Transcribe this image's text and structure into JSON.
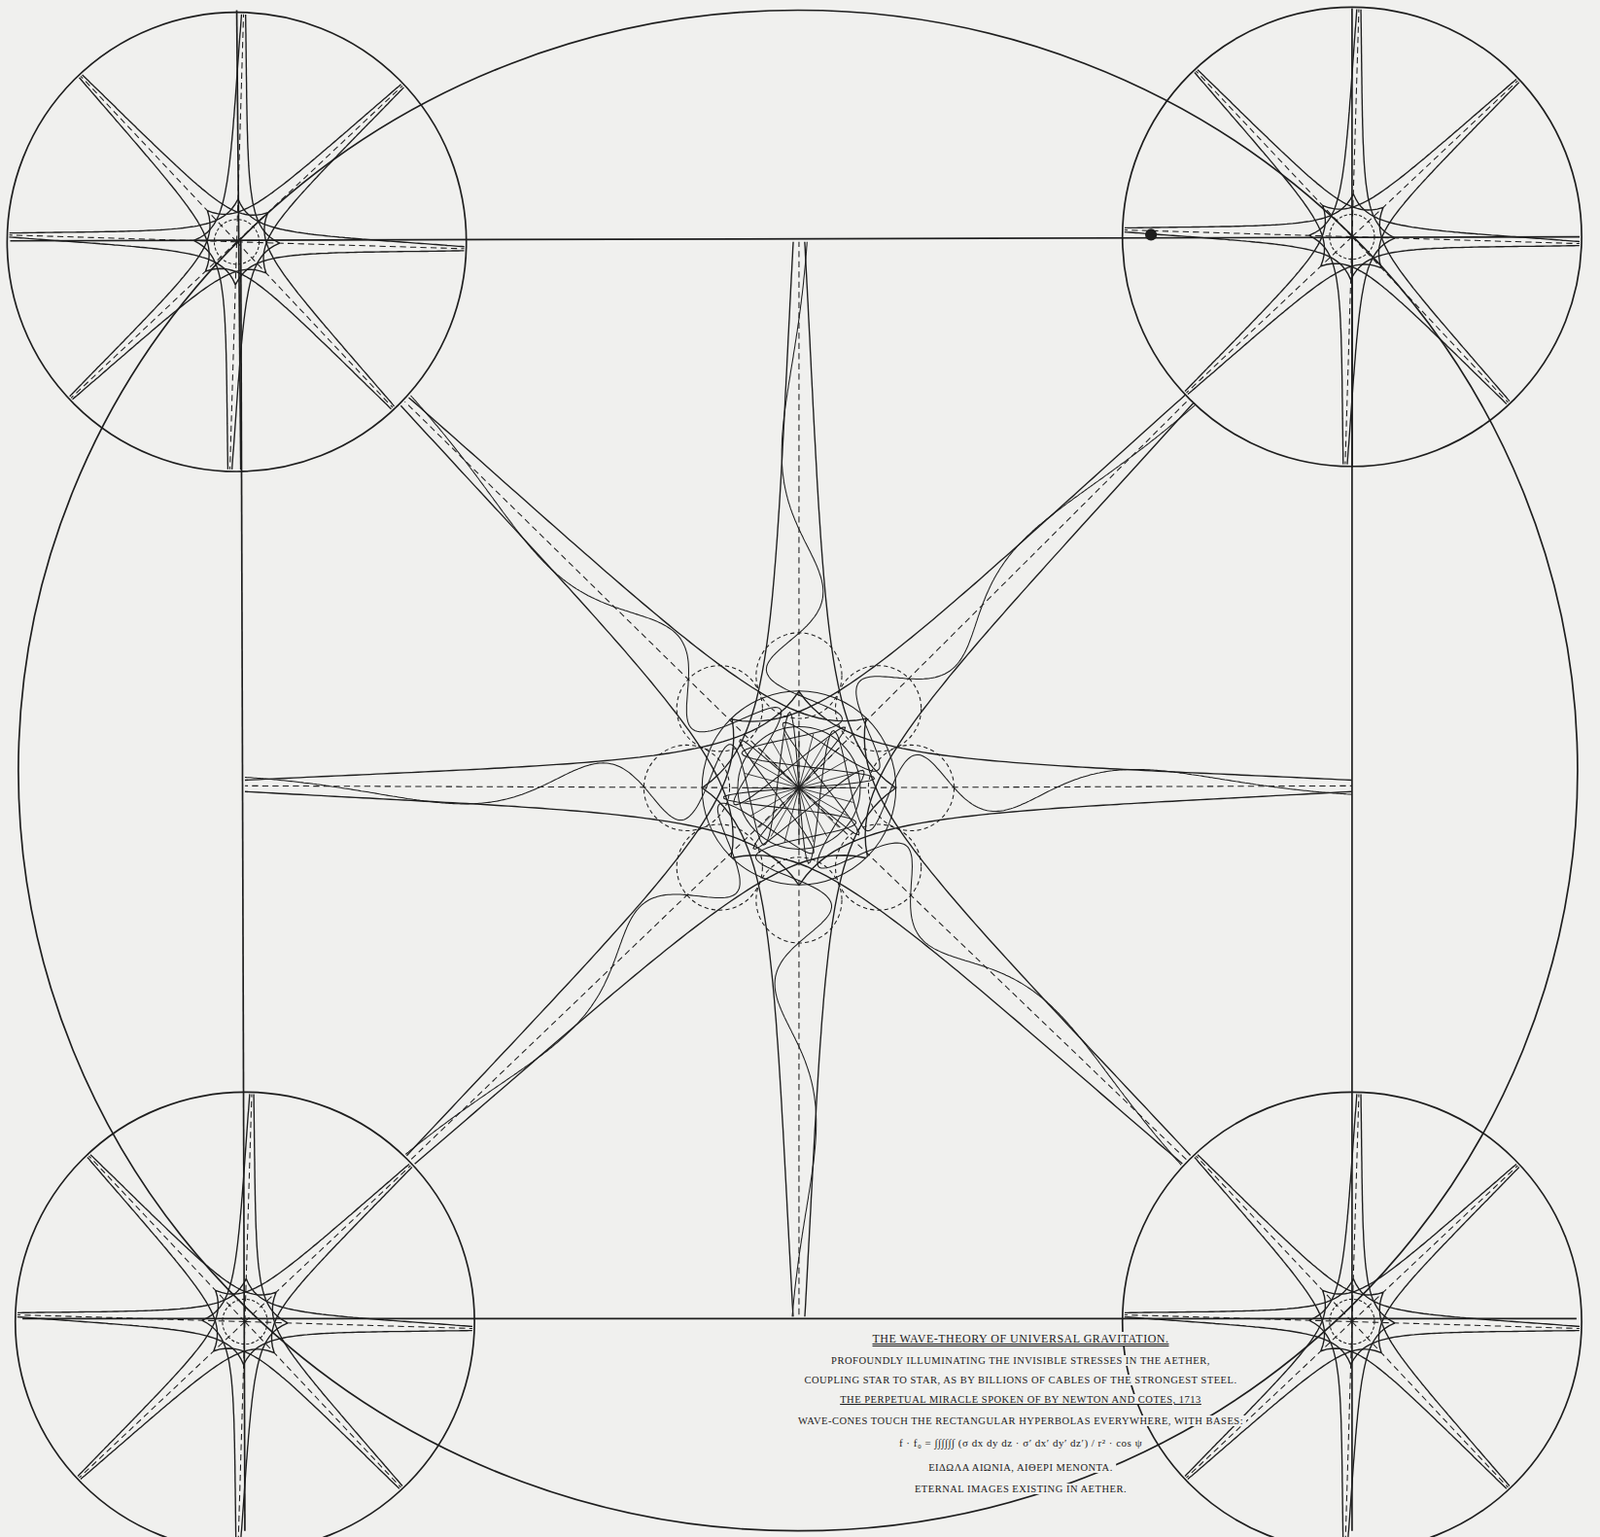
{
  "diagram": {
    "title": "THE WAVE-THEORY OF UNIVERSAL GRAVITATION.",
    "labels": [
      "PROFOUNDLY ILLUMINATING THE INVISIBLE STRESSES IN THE AETHER,",
      "COUPLING STAR TO STAR, AS BY BILLIONS OF CABLES OF THE STRONGEST STEEL.",
      "THE PERPETUAL MIRACLE SPOKEN OF BY NEWTON AND COTES, 1713",
      "WAVE-CONES TOUCH THE RECTANGULAR HYPERBOLAS EVERYWHERE, WITH BASES:",
      "f · f₀ = ∫∫∫∫∫∫ (σ dx dy dz · σ′ dx′ dy′ dz′) / r² · cos ψ",
      "ΕΙΔΩΛΑ ΑΙΩΝΙΑ, ΑΙΘΕΡΙ ΜΕΝΟΝΤΑ.",
      "ETERNAL IMAGES EXISTING IN AETHER."
    ]
  }
}
